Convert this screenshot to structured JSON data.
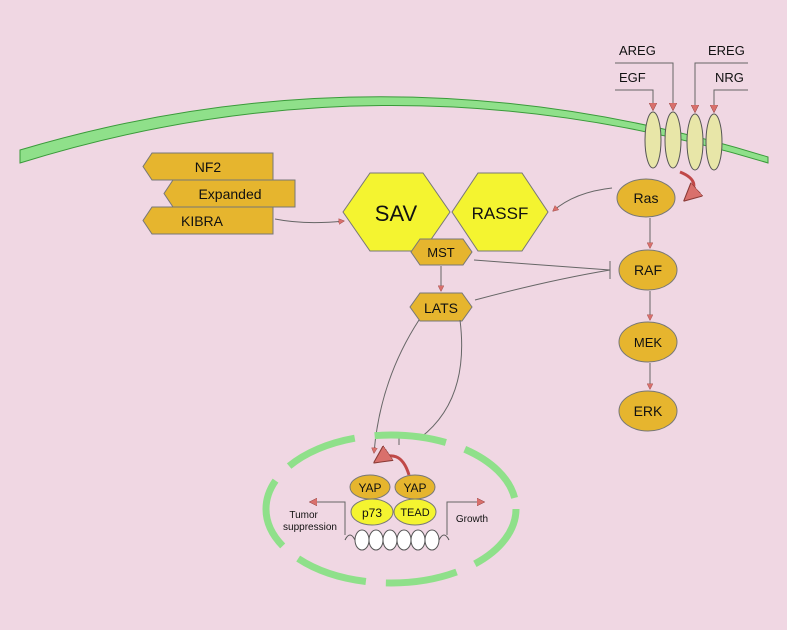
{
  "colors": {
    "background": "#f0d7e3",
    "membrane": "#8fe08a",
    "membrane_stroke": "#3a9a3a",
    "node_gold": "#e6b52e",
    "node_yellow": "#f4f430",
    "receptor": "#e8e6a8",
    "arrow": "#d9706c",
    "line": "#666666"
  },
  "ligands": {
    "areg": "AREG",
    "ereg": "EREG",
    "egf": "EGF",
    "nrg": "NRG"
  },
  "upstream": {
    "nf2": "NF2",
    "expanded": "Expanded",
    "kibra": "KIBRA"
  },
  "hippo": {
    "sav": "SAV",
    "rassf": "RASSF",
    "mst": "MST",
    "lats": "LATS"
  },
  "mapk": {
    "ras": "Ras",
    "raf": "RAF",
    "mek": "MEK",
    "erk": "ERK"
  },
  "nucleus": {
    "yap_left": "YAP",
    "yap_right": "YAP",
    "p73": "p73",
    "tead": "TEAD",
    "tumor_line1": "Tumor",
    "tumor_line2": "suppression",
    "growth": "Growth"
  }
}
